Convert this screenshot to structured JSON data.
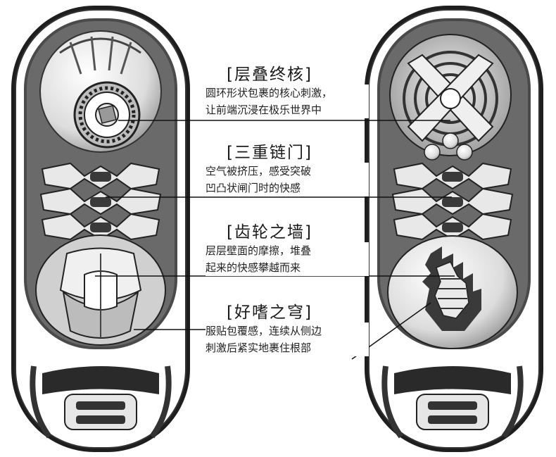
{
  "sections": [
    {
      "title": "[层叠终核]",
      "line1": "圆环形状包裹的核心刺激，",
      "line2": "让前端沉浸在极乐世界中"
    },
    {
      "title": "[三重链门]",
      "line1": "空气被挤压，感受突破",
      "line2": "凹凸状闸门时的快感"
    },
    {
      "title": "[齿轮之墙]",
      "line1": "层层壁面的摩擦，堆叠",
      "line2": "起来的快感攀越而来"
    },
    {
      "title": "[好嗜之穹]",
      "line1": "服贴包覆感，连续从侧边",
      "line2": "刺激后紧实地裹住根部"
    }
  ]
}
